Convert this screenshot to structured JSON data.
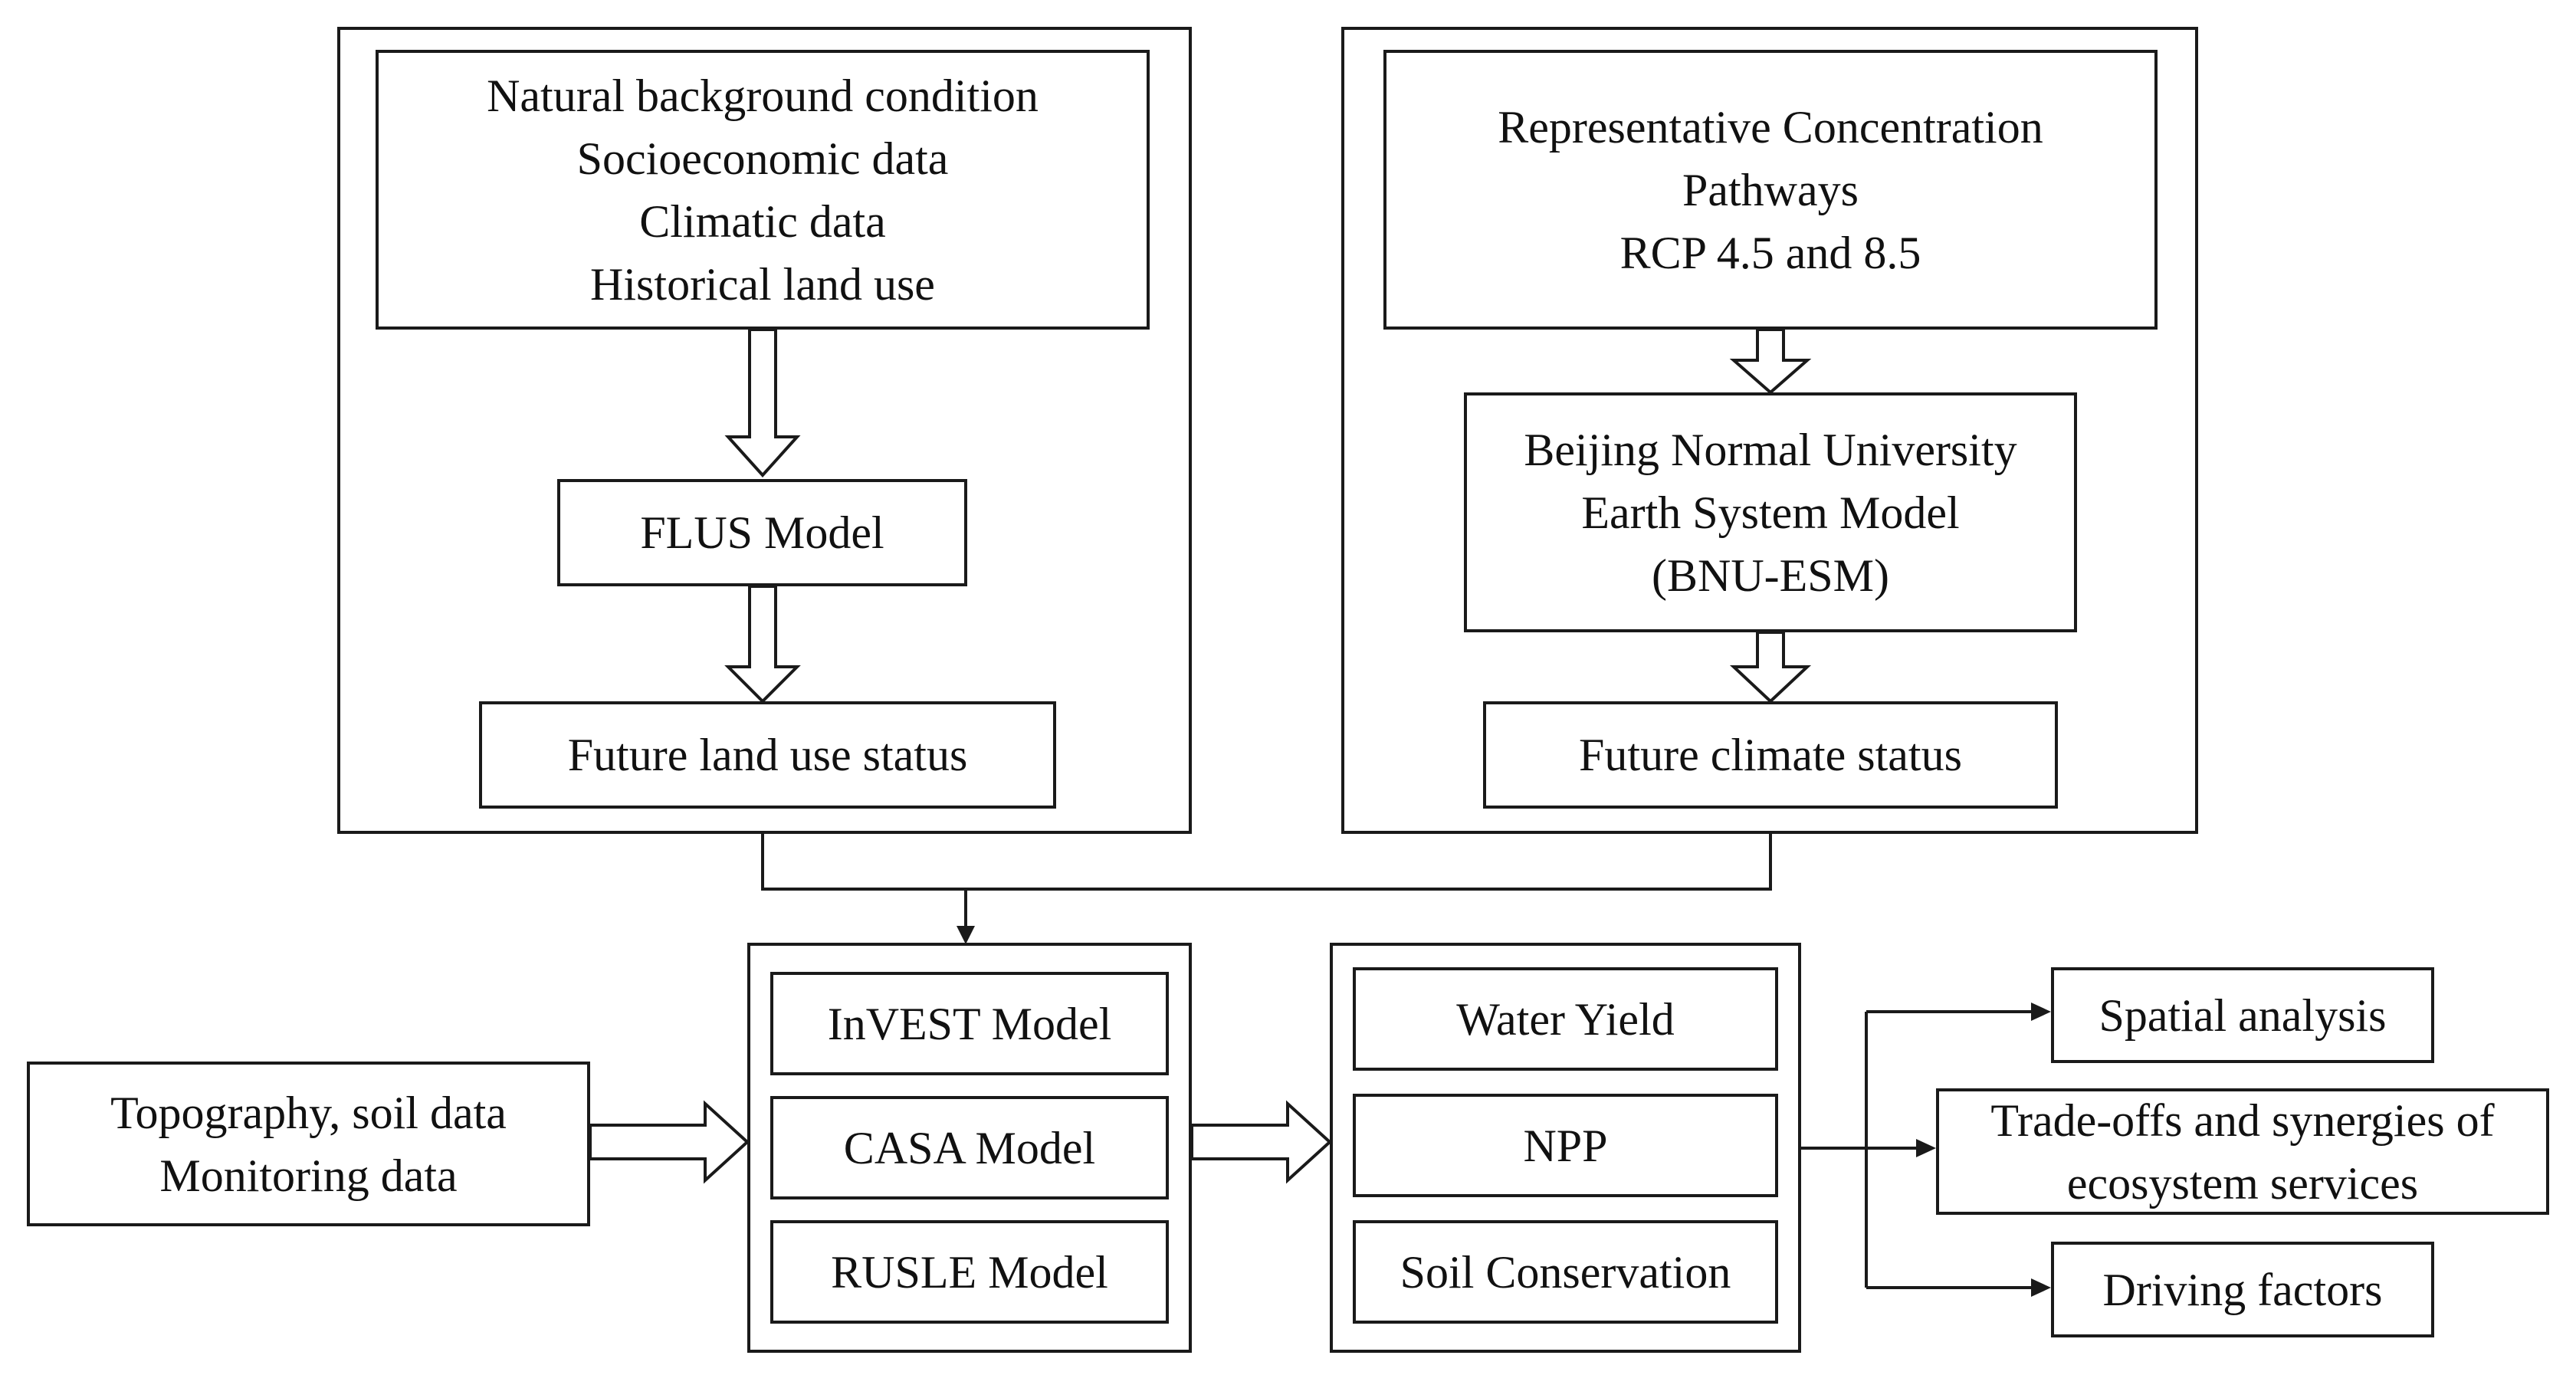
{
  "land_use_branch": {
    "inputs": [
      "Natural background condition",
      "Socioeconomic data",
      "Climatic data",
      "Historical land use"
    ],
    "model": "FLUS Model",
    "output": "Future land use status"
  },
  "climate_branch": {
    "scenario": [
      "Representative Concentration",
      "Pathways",
      "RCP 4.5 and 8.5"
    ],
    "model": [
      "Beijing Normal University",
      "Earth System Model",
      "(BNU-ESM)"
    ],
    "output": "Future climate status"
  },
  "extra_inputs": [
    "Topography, soil data",
    "Monitoring data"
  ],
  "models": [
    "InVEST Model",
    "CASA Model",
    "RUSLE Model"
  ],
  "services": [
    "Water Yield",
    "NPP",
    "Soil Conservation"
  ],
  "analyses": [
    "Spatial analysis",
    "Trade-offs and synergies of",
    "ecosystem services",
    "Driving factors"
  ]
}
